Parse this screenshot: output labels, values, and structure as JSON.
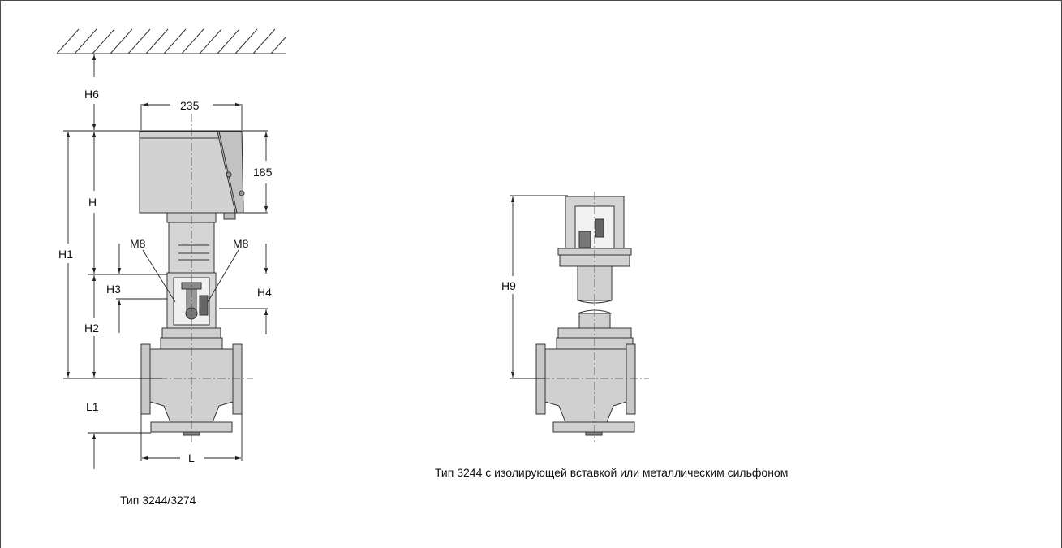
{
  "left_view": {
    "caption": "Тип 3244/3274",
    "dimensions": {
      "width_top": "235",
      "actuator_height": "185",
      "h6": "H6",
      "h": "H",
      "h1": "H1",
      "h2": "H2",
      "h3": "H3",
      "h4": "H4",
      "m8_left": "M8",
      "m8_right": "M8",
      "l1": "L1",
      "l": "L"
    }
  },
  "right_view": {
    "caption": "Тип 3244 с изолирующей вставкой или металлическим сильфоном",
    "dimensions": {
      "h9": "H9"
    }
  }
}
